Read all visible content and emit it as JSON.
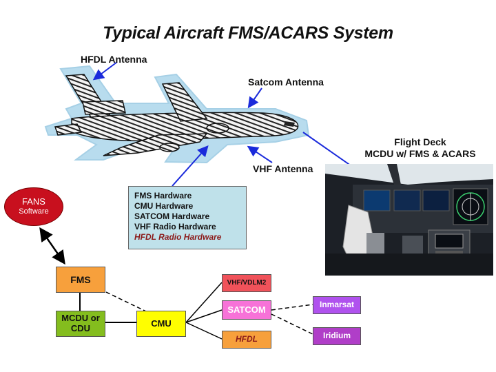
{
  "title": "Typical Aircraft FMS/ACARS System",
  "labels": {
    "hfdl_antenna": "HFDL Antenna",
    "satcom_antenna": "Satcom Antenna",
    "vhf_antenna": "VHF Antenna",
    "flight_deck_line1": "Flight Deck",
    "flight_deck_line2": "MCDU w/ FMS & ACARS"
  },
  "hardware_box": {
    "items": [
      "FMS Hardware",
      "CMU Hardware",
      "SATCOM Hardware",
      "VHF Radio Hardware"
    ],
    "highlight_item": "HFDL Radio Hardware"
  },
  "fans": {
    "line1": "FANS",
    "line2": "Software"
  },
  "blocks": {
    "fms": "FMS",
    "mcdu_line1": "MCDU or",
    "mcdu_line2": "CDU",
    "cmu": "CMU",
    "vhf_vdlm2": "VHF/VDLM2",
    "satcom": "SATCOM",
    "hfdl": "HFDL",
    "inmarsat": "Inmarsat",
    "iridium": "Iridium"
  },
  "colors": {
    "fms": "#f7a03c",
    "mcdu": "#84bd1e",
    "cmu": "#fffe00",
    "vhf_vdlm2": "#f0525a",
    "satcom": "#f772d8",
    "hfdl": "#f7a03c",
    "inmarsat": "#b052ee",
    "iridium": "#b03ec8",
    "fans": "#c8101e",
    "hardware_box": "#bfe1ea",
    "arrow": "#1a2adb",
    "plane_halo": "#b8dcee"
  }
}
